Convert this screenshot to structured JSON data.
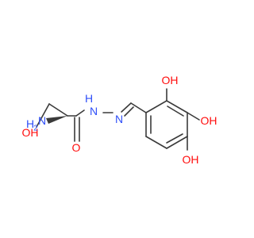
{
  "colors": {
    "bond": "#3a3a3a",
    "oxygen": "#ff0d0d",
    "nitrogen": "#3050f8",
    "background": "#ffffff"
  },
  "molecule": {
    "atoms": {
      "oh_top": "OH",
      "nh2": "H",
      "nh2_sub": "2",
      "nh2_n": "N",
      "carbonyl_o": "O",
      "hydrazone_nh_h": "H",
      "hydrazone_nh_n": "N",
      "imine_n": "N",
      "oh_ring_2": "OH",
      "oh_ring_3": "OH",
      "oh_ring_4": "OH"
    }
  }
}
